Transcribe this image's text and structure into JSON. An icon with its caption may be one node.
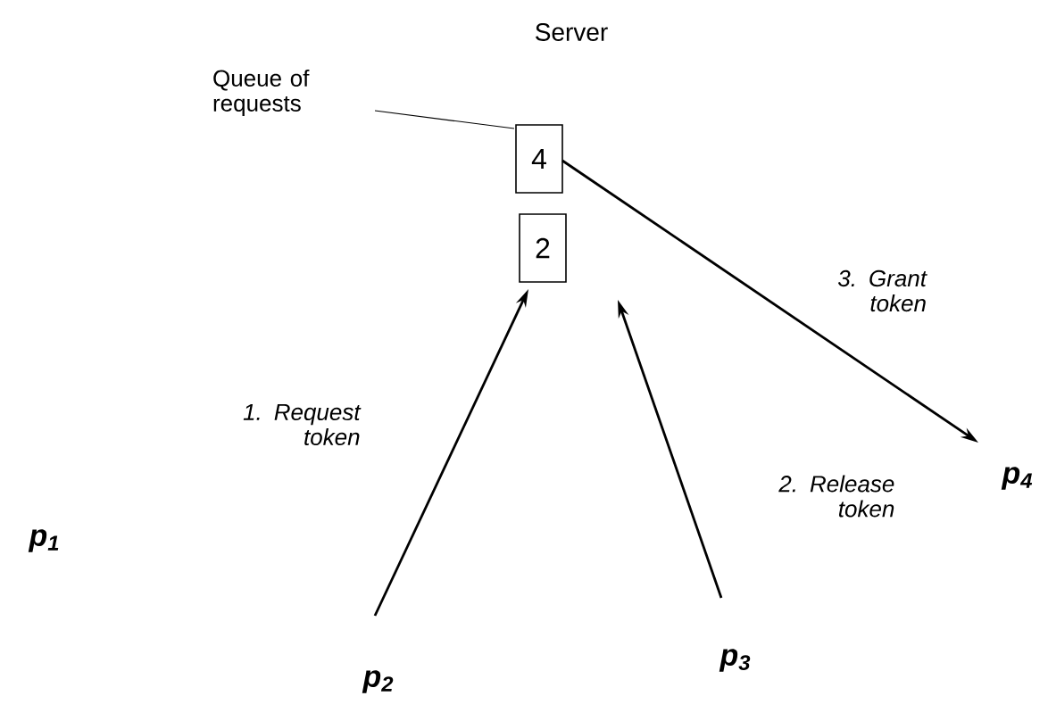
{
  "diagram": {
    "nodes": [
      {
        "text": [
          "4"
        ]
      },
      {
        "text": [
          "2"
        ]
      },
      {
        "text": [
          "p$_{1}$"
        ]
      },
      {
        "text": [
          "p$_{2}$"
        ]
      },
      {
        "text": [
          "p$_{3}$"
        ]
      },
      {
        "text": [
          "p$_{4}$"
        ]
      },
      {
        "text": [
          "Queue of requests"
        ]
      }
    ],
    "edges": [
      {
        "from": 3,
        "to": 1,
        "arrow": "to",
        "label": "1. Request token"
      },
      {
        "from": 4,
        "to": null,
        "arrow": "to",
        "label": "2. Release token"
      },
      {
        "from": 0,
        "to": 5,
        "arrow": "to",
        "label": "3. Grant token"
      },
      {
        "from": 6,
        "to": 0,
        "arrow": "none"
      }
    ],
    "labels": [
      "Server"
    ]
  }
}
